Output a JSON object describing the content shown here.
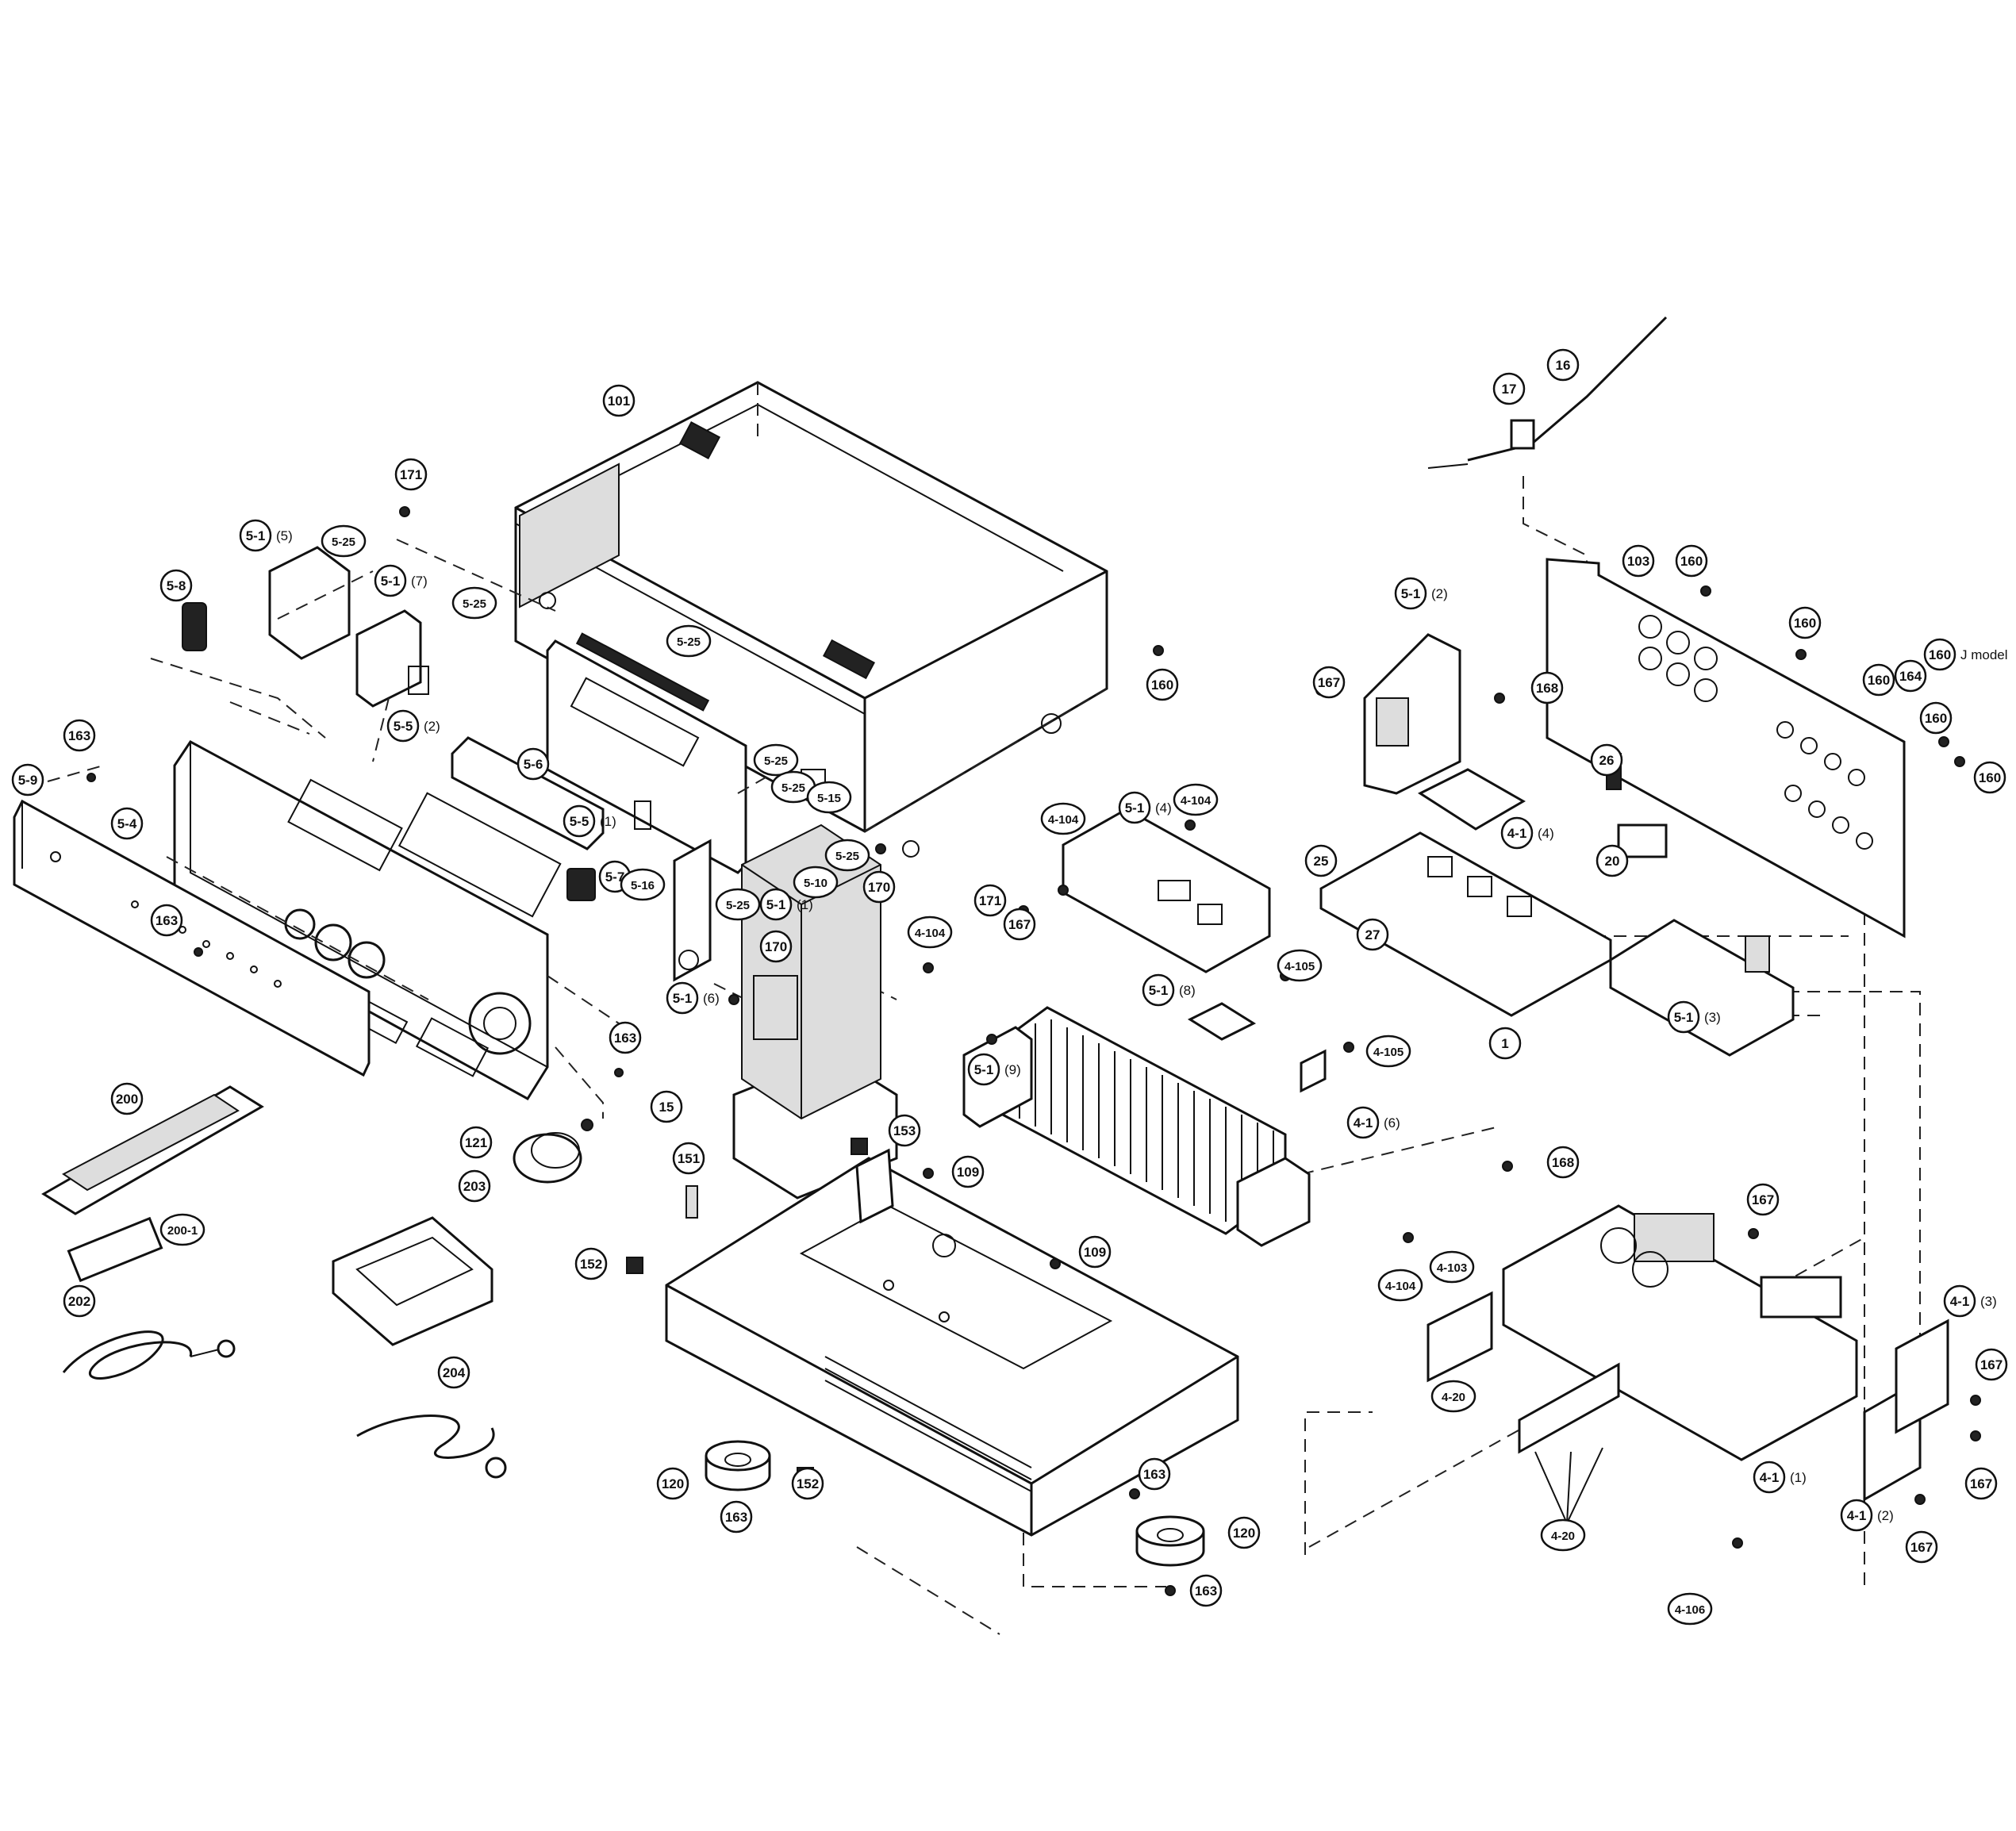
{
  "diagram": {
    "callouts": [
      {
        "id": "c-101",
        "text": "101"
      },
      {
        "id": "c-171a",
        "text": "171"
      },
      {
        "id": "c-5-1-5",
        "text": "5-1",
        "suffix": "(5)"
      },
      {
        "id": "c-5-25a",
        "text": "5-25"
      },
      {
        "id": "c-5-8",
        "text": "5-8"
      },
      {
        "id": "c-5-1-7",
        "text": "5-1",
        "suffix": "(7)"
      },
      {
        "id": "c-5-25b",
        "text": "5-25"
      },
      {
        "id": "c-5-25c",
        "text": "5-25"
      },
      {
        "id": "c-163a",
        "text": "163"
      },
      {
        "id": "c-5-5-2",
        "text": "5-5",
        "suffix": "(2)"
      },
      {
        "id": "c-5-6",
        "text": "5-6"
      },
      {
        "id": "c-5-9",
        "text": "5-9"
      },
      {
        "id": "c-5-4",
        "text": "5-4"
      },
      {
        "id": "c-5-5-1",
        "text": "5-5",
        "suffix": "(1)"
      },
      {
        "id": "c-163b",
        "text": "163"
      },
      {
        "id": "c-5-7",
        "text": "5-7"
      },
      {
        "id": "c-5-25d",
        "text": "5-25"
      },
      {
        "id": "c-5-25e",
        "text": "5-25"
      },
      {
        "id": "c-5-15",
        "text": "5-15"
      },
      {
        "id": "c-5-25f",
        "text": "5-25"
      },
      {
        "id": "c-5-10",
        "text": "5-10"
      },
      {
        "id": "c-5-16",
        "text": "5-16"
      },
      {
        "id": "c-5-25g",
        "text": "5-25"
      },
      {
        "id": "c-5-1-1",
        "text": "5-1",
        "suffix": "(1)"
      },
      {
        "id": "c-171b",
        "text": "171"
      },
      {
        "id": "c-160a",
        "text": "160"
      },
      {
        "id": "c-163c",
        "text": "163"
      },
      {
        "id": "c-5-1-6",
        "text": "5-1",
        "suffix": "(6)"
      },
      {
        "id": "c-170a",
        "text": "170"
      },
      {
        "id": "c-170b",
        "text": "170"
      },
      {
        "id": "c-200",
        "text": "200"
      },
      {
        "id": "c-121",
        "text": "121"
      },
      {
        "id": "c-15",
        "text": "15"
      },
      {
        "id": "c-153",
        "text": "153"
      },
      {
        "id": "c-151",
        "text": "151"
      },
      {
        "id": "c-109a",
        "text": "109"
      },
      {
        "id": "c-203",
        "text": "203"
      },
      {
        "id": "c-200-1",
        "text": "200-1"
      },
      {
        "id": "c-152a",
        "text": "152"
      },
      {
        "id": "c-109b",
        "text": "109"
      },
      {
        "id": "c-202",
        "text": "202"
      },
      {
        "id": "c-204",
        "text": "204"
      },
      {
        "id": "c-120a",
        "text": "120"
      },
      {
        "id": "c-152b",
        "text": "152"
      },
      {
        "id": "c-163d",
        "text": "163"
      },
      {
        "id": "c-163e",
        "text": "163"
      },
      {
        "id": "c-120b",
        "text": "120"
      },
      {
        "id": "c-163f",
        "text": "163"
      },
      {
        "id": "c-4-104a",
        "text": "4-104"
      },
      {
        "id": "c-5-1-4",
        "text": "5-1",
        "suffix": "(4)"
      },
      {
        "id": "c-4-104b",
        "text": "4-104"
      },
      {
        "id": "c-4-104c",
        "text": "4-104"
      },
      {
        "id": "c-167a",
        "text": "167"
      },
      {
        "id": "c-5-1-9",
        "text": "5-1",
        "suffix": "(9)"
      },
      {
        "id": "c-5-1-8",
        "text": "5-1",
        "suffix": "(8)"
      },
      {
        "id": "c-4-105a",
        "text": "4-105"
      },
      {
        "id": "c-4-105b",
        "text": "4-105"
      },
      {
        "id": "c-4-1-6",
        "text": "4-1",
        "suffix": "(6)"
      },
      {
        "id": "c-4-104d",
        "text": "4-104"
      },
      {
        "id": "c-17",
        "text": "17"
      },
      {
        "id": "c-16",
        "text": "16"
      },
      {
        "id": "c-103",
        "text": "103"
      },
      {
        "id": "c-160b",
        "text": "160"
      },
      {
        "id": "c-5-1-2",
        "text": "5-1",
        "suffix": "(2)"
      },
      {
        "id": "c-160c",
        "text": "160"
      },
      {
        "id": "c-167b",
        "text": "167"
      },
      {
        "id": "c-168a",
        "text": "168"
      },
      {
        "id": "c-160d",
        "text": "160"
      },
      {
        "id": "c-164",
        "text": "164"
      },
      {
        "id": "c-160e",
        "text": "160",
        "suffix": "J model"
      },
      {
        "id": "c-160f",
        "text": "160"
      },
      {
        "id": "c-160g",
        "text": "160"
      },
      {
        "id": "c-26",
        "text": "26"
      },
      {
        "id": "c-4-1-4",
        "text": "4-1",
        "suffix": "(4)"
      },
      {
        "id": "c-20",
        "text": "20"
      },
      {
        "id": "c-25",
        "text": "25"
      },
      {
        "id": "c-27",
        "text": "27"
      },
      {
        "id": "c-1",
        "text": "1"
      },
      {
        "id": "c-5-1-3",
        "text": "5-1",
        "suffix": "(3)"
      },
      {
        "id": "c-168b",
        "text": "168"
      },
      {
        "id": "c-167c",
        "text": "167"
      },
      {
        "id": "c-4-103",
        "text": "4-103"
      },
      {
        "id": "c-4-20a",
        "text": "4-20"
      },
      {
        "id": "c-4-1-3",
        "text": "4-1",
        "suffix": "(3)"
      },
      {
        "id": "c-167d",
        "text": "167"
      },
      {
        "id": "c-167e",
        "text": "167"
      },
      {
        "id": "c-4-1-1",
        "text": "4-1",
        "suffix": "(1)"
      },
      {
        "id": "c-4-1-2",
        "text": "4-1",
        "suffix": "(2)"
      },
      {
        "id": "c-167f",
        "text": "167"
      },
      {
        "id": "c-4-20b",
        "text": "4-20"
      },
      {
        "id": "c-4-106",
        "text": "4-106"
      }
    ]
  }
}
